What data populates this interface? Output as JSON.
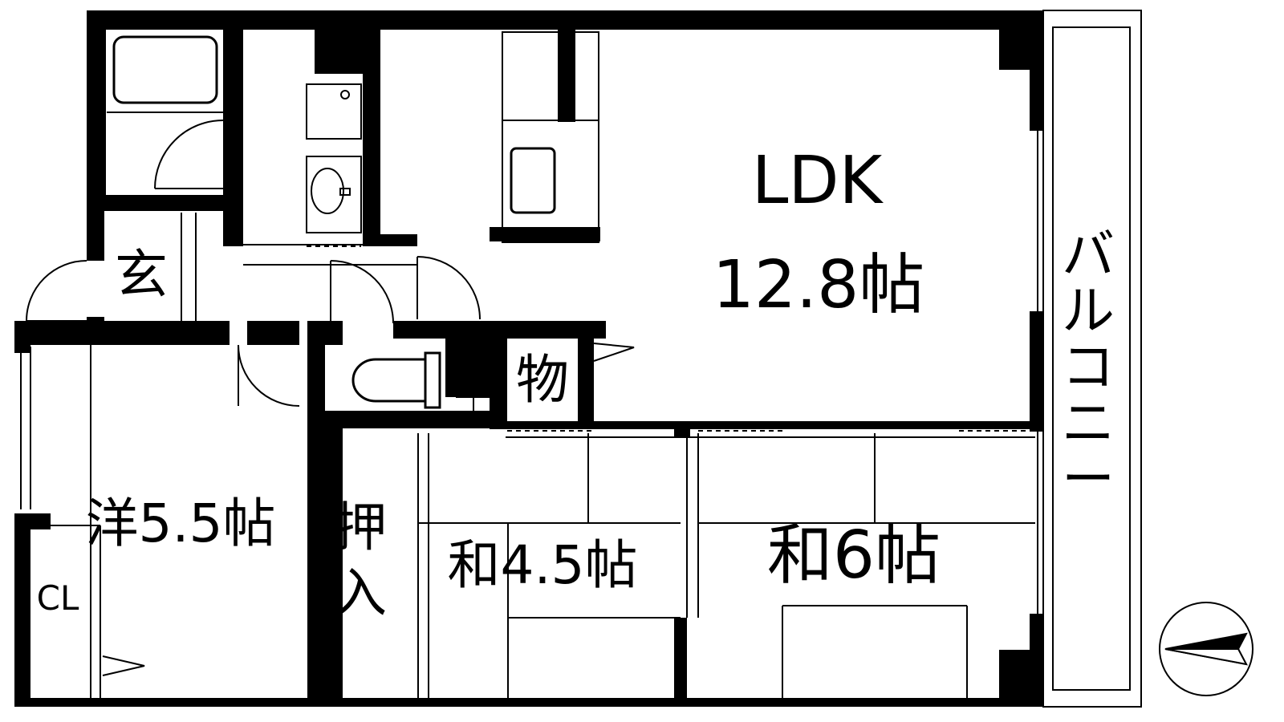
{
  "rooms": {
    "ldk_name": "LDK",
    "ldk_size": "12.8帖",
    "western": "洋5.5帖",
    "japanese_small": "和4.5帖",
    "japanese_large": "和6帖",
    "oshiire_1": "押",
    "oshiire_2": "入",
    "entrance": "玄",
    "storage": "物",
    "closet": "CL",
    "balcony": [
      "バ",
      "ル",
      "コ",
      "ニ",
      "ー"
    ]
  },
  "colors": {
    "wall": "#000000",
    "background": "#ffffff",
    "line": "#000000"
  },
  "icons": [
    "bathtub-icon",
    "washbasin-icon",
    "toilet-icon",
    "kitchen-sink-icon",
    "compass-icon"
  ]
}
